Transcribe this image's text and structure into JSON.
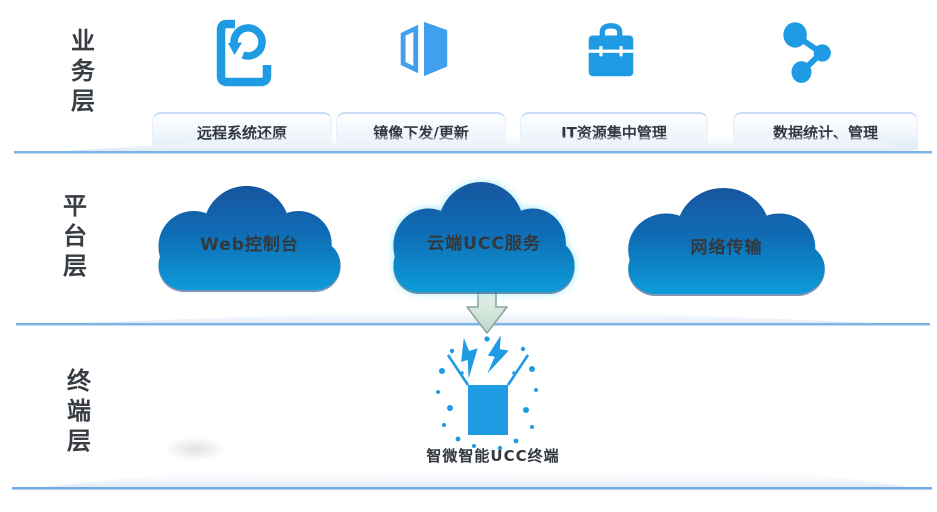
{
  "layers": [
    {
      "label": "业务层"
    },
    {
      "label": "平台层"
    },
    {
      "label": "终端层"
    }
  ],
  "business_items": [
    {
      "icon": "system-restore-icon",
      "label": "远程系统还原"
    },
    {
      "icon": "mirror-update-icon",
      "label": "镜像下发/更新"
    },
    {
      "icon": "briefcase-icon",
      "label": "IT资源集中管理"
    },
    {
      "icon": "share-nodes-icon",
      "label": "数据统计、管理"
    }
  ],
  "platform_clouds": [
    {
      "label": "Web控制台"
    },
    {
      "label": "云端UCC服务"
    },
    {
      "label": "网络传输"
    }
  ],
  "terminal": {
    "label": "智微智能UCC终端"
  },
  "colors": {
    "icon_blue": "#1e9be3",
    "icon_blue_light": "#41a0ee",
    "cloud_top": "#17559e",
    "cloud_bottom": "#0c9ddb",
    "text_dark": "#33383f",
    "divider_line": "#7fb2e5",
    "plate_border": "#c6ddf4",
    "arrow_fill": "#d9eae0",
    "arrow_border": "#8ba79b"
  }
}
